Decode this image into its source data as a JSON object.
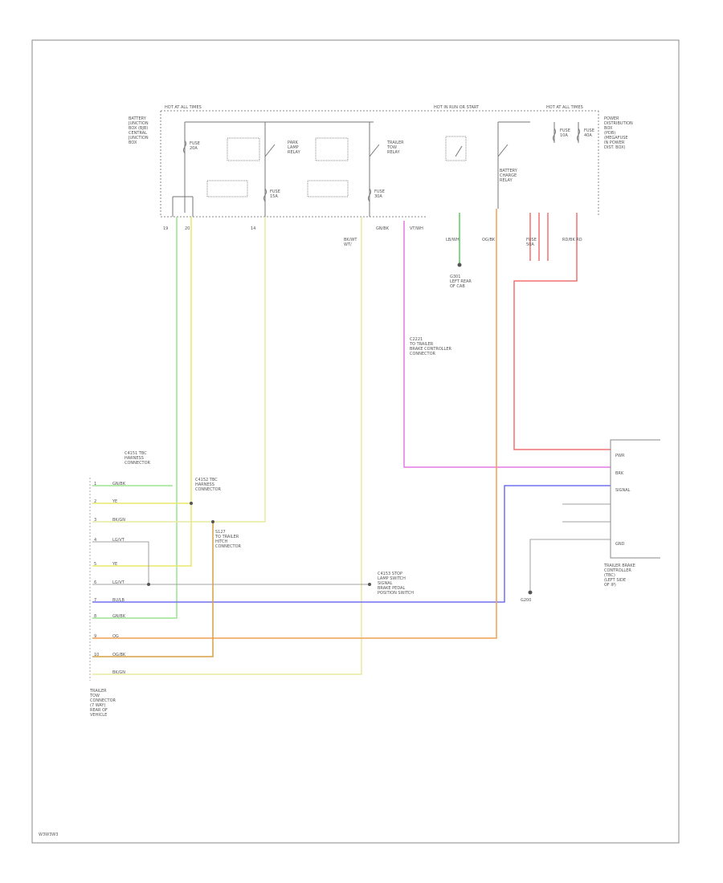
{
  "diagram": {
    "frame_color": "#888888",
    "wire_colors": {
      "green": "#9be38f",
      "yellow": "#e8e86a",
      "light_yellow": "#e8e8a0",
      "magenta": "#e27ae2",
      "red": "#f07070",
      "blue": "#7070f0",
      "orange": "#f0a050",
      "dark_orange": "#d7a040",
      "gray": "#a0a0a0",
      "ground_green": "#5cc85c"
    },
    "labels": {
      "footer": "W3W3W3",
      "top_left_header": "HOT AT ALL TIMES",
      "top_center_header": "HOT IN RUN OR START",
      "top_right_header": "HOT AT ALL TIMES",
      "left_box": "BATTERY\nJUNCTION\nBOX (BJB)\nCENTRAL\nJUNCTION\nBOX",
      "right_box": "POWER\nDISTRIBUTION\nBOX\n(PDB)\n(MEGAFUSE\nIN POWER\nDIST. BOX)",
      "trailer_connector": "TRAILER\nTOW\nCONNECTOR\n(7 WAY)\nREAR OF\nVEHICLE",
      "controller": "TRAILER BRAKE\nCONTROLLER\n(TBC)\n(LEFT SIDE\nOF IP)",
      "ground_mid": "G301\nLEFT REAR\nOF CAB",
      "ground_right": "G200",
      "splice_note": "C2221\nTO TRAILER\nBRAKE CONTROLLER\nCONNECTOR",
      "splice_left_1": "C4151 TBC\nHARNESS\nCONNECTOR",
      "splice_left_2": "C4152 TBC\nHARNESS\nCONNECTOR",
      "splice_left_3": "S127\nTO TRAILER\nHITCH\nCONNECTOR",
      "splice_center": "C4153 STOP\nLAMP SWITCH\nSIGNAL\nBRAKE PEDAL\nPOSITION SWITCH",
      "relay_1": "PARK\nLAMP\nRELAY",
      "relay_2": "TRAILER\nTOW\nRELAY",
      "relay_3": "BATTERY\nCHARGE\nRELAY",
      "controller_pins": [
        "PWR",
        "BRK",
        "SIGNAL",
        "",
        "",
        "GND"
      ],
      "trailer_pins": [
        "1",
        "2",
        "3",
        "4",
        "5",
        "6",
        "7",
        "8",
        "9",
        "10"
      ],
      "trailer_wire_labels": [
        "GN/BK",
        "YE",
        "BK/GN",
        "LG/VT",
        "YE",
        "LG/VT",
        "BU/LB",
        "GN/BK",
        "OG",
        "OG/BK",
        "BK/GN"
      ],
      "fuse_labels": [
        "FUSE\n20A",
        "FUSE\n15A",
        "FUSE\n30A",
        "FUSE\n10A",
        "FUSE\n40A",
        "FUSE\n50A"
      ],
      "ckt_labels": [
        "19",
        "20",
        "14",
        "BK/WT\nWT/",
        "GN/BK",
        "VT/WH",
        "LB/WH",
        "OG/BK",
        "RD/BK RD"
      ]
    }
  }
}
